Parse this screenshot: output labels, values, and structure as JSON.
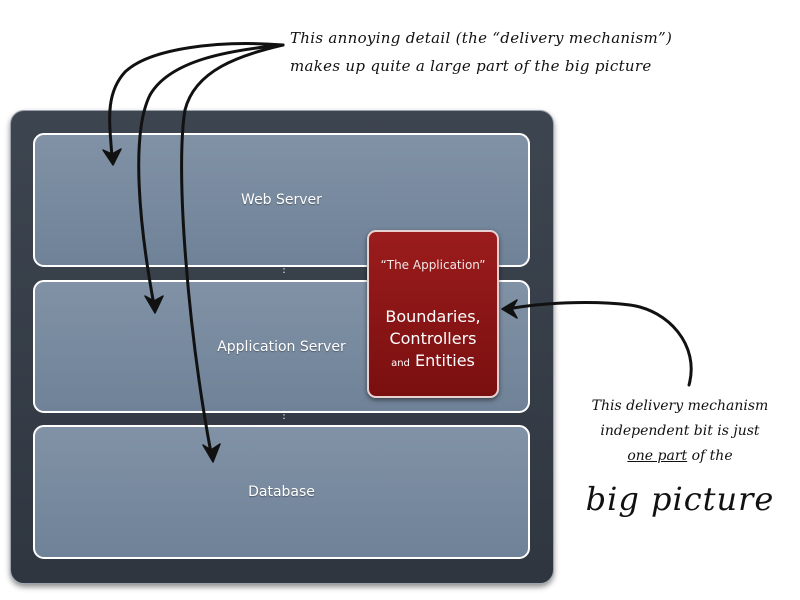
{
  "layers": {
    "web_server": "Web Server",
    "application_server": "Application Server",
    "database": "Database"
  },
  "connector_glyph": "⋮",
  "application_box": {
    "title": "“The Application”",
    "line1": "Boundaries,",
    "line2": "Controllers",
    "line3_prefix": "and",
    "line3_main": "Entities"
  },
  "annotations": {
    "top_line1": "This annoying detail (the “delivery mechanism”)",
    "top_line2": "makes up quite a large part of the big picture",
    "right_line1": "This delivery mechanism",
    "right_line2": "independent bit is just",
    "right_line3_underlined": "one part",
    "right_line3_rest": " of the",
    "right_big": "big picture"
  },
  "colors": {
    "frame": "#353c46",
    "layer": "#7889a0",
    "application_box": "#8b1414",
    "ink": "#111111"
  }
}
